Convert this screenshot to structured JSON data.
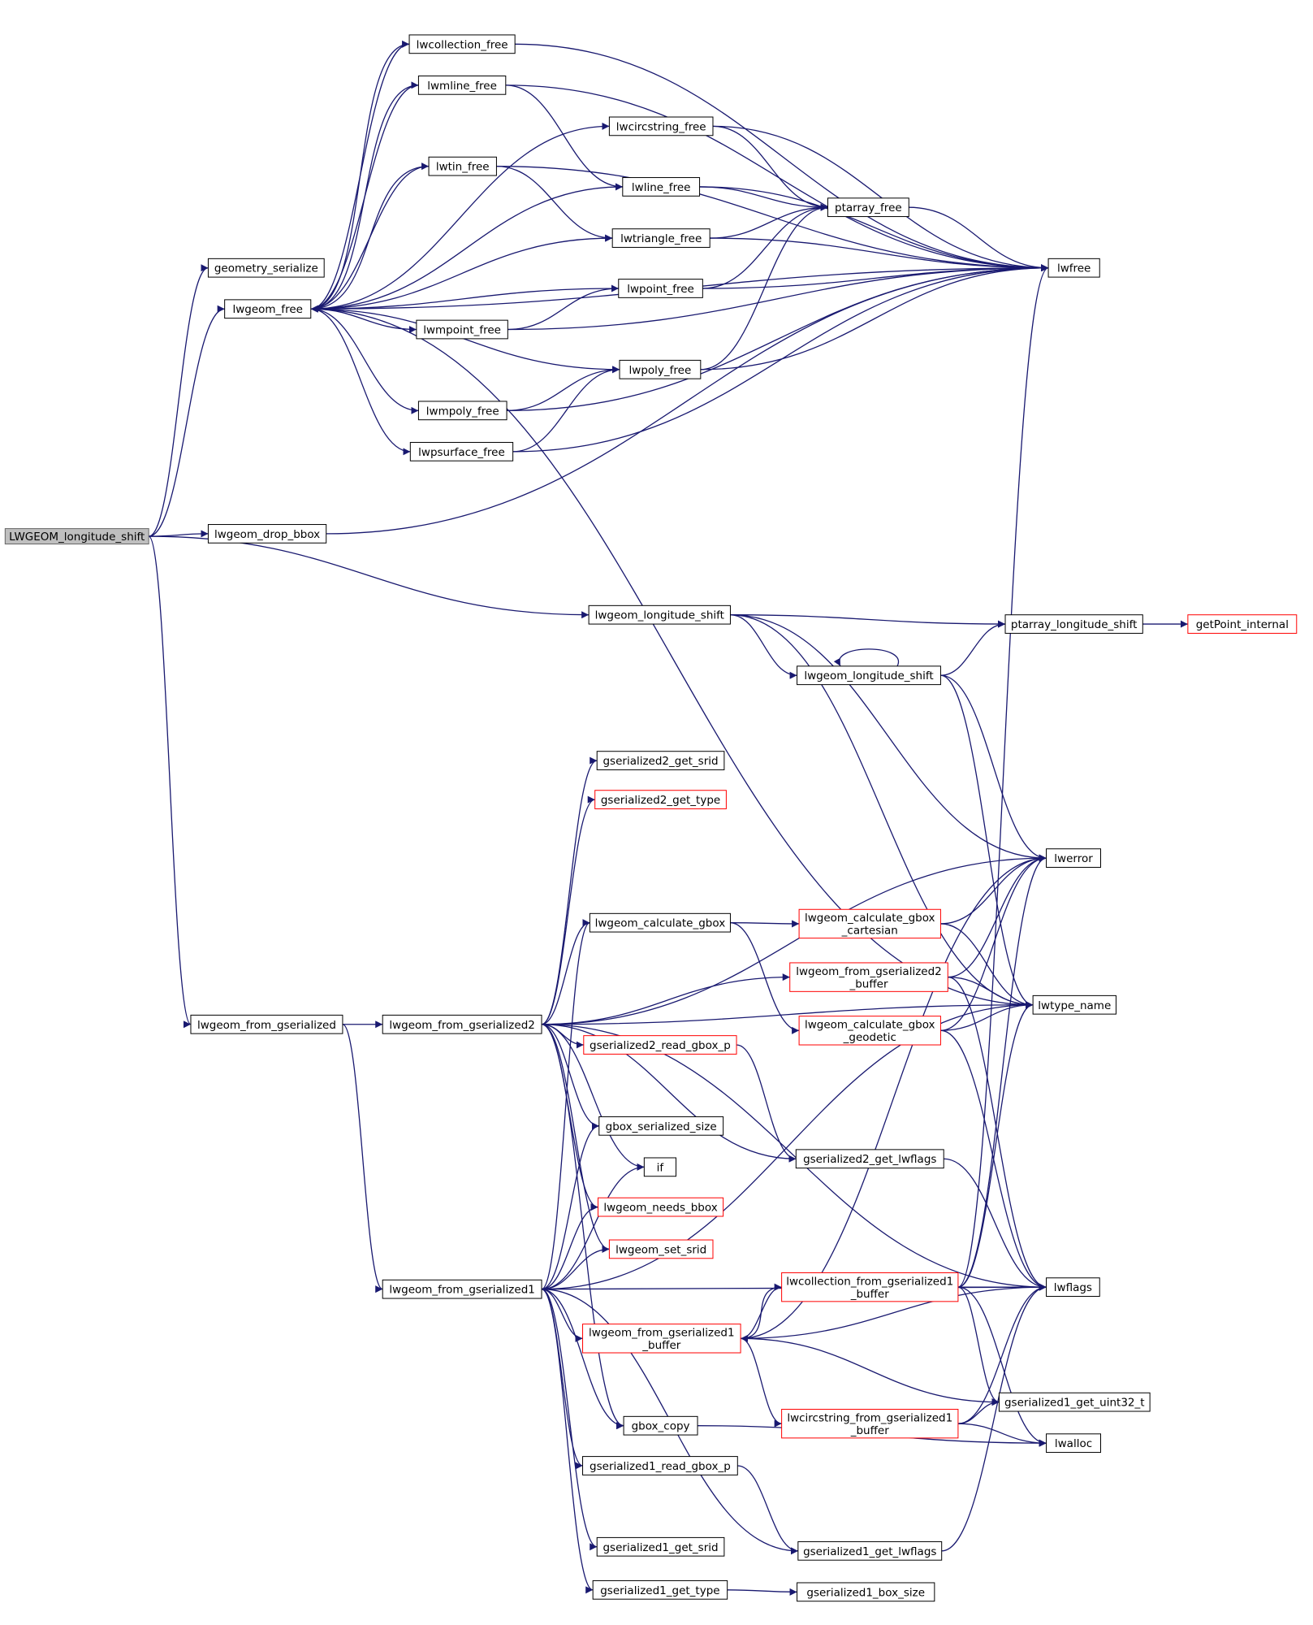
{
  "nodes": [
    {
      "id": "root",
      "lines": [
        "LWGEOM_longitude_shift"
      ],
      "style": "root"
    },
    {
      "id": "geometry_serialize",
      "lines": [
        "geometry_serialize"
      ]
    },
    {
      "id": "lwgeom_free",
      "lines": [
        "lwgeom_free"
      ]
    },
    {
      "id": "lwgeom_drop_bbox",
      "lines": [
        "lwgeom_drop_bbox"
      ]
    },
    {
      "id": "lwgeom_longitude_shift",
      "lines": [
        "lwgeom_longitude_shift"
      ]
    },
    {
      "id": "lwgeom_from_gserialized",
      "lines": [
        "lwgeom_from_gserialized"
      ]
    },
    {
      "id": "lwcollection_free",
      "lines": [
        "lwcollection_free"
      ]
    },
    {
      "id": "lwmline_free",
      "lines": [
        "lwmline_free"
      ]
    },
    {
      "id": "lwcircstring_free",
      "lines": [
        "lwcircstring_free"
      ]
    },
    {
      "id": "lwtin_free",
      "lines": [
        "lwtin_free"
      ]
    },
    {
      "id": "lwline_free",
      "lines": [
        "lwline_free"
      ]
    },
    {
      "id": "lwtriangle_free",
      "lines": [
        "lwtriangle_free"
      ]
    },
    {
      "id": "lwpoint_free",
      "lines": [
        "lwpoint_free"
      ]
    },
    {
      "id": "lwmpoint_free",
      "lines": [
        "lwmpoint_free"
      ]
    },
    {
      "id": "lwpoly_free",
      "lines": [
        "lwpoly_free"
      ]
    },
    {
      "id": "lwmpoly_free",
      "lines": [
        "lwmpoly_free"
      ]
    },
    {
      "id": "lwpsurface_free",
      "lines": [
        "lwpsurface_free"
      ]
    },
    {
      "id": "ptarray_free",
      "lines": [
        "ptarray_free"
      ]
    },
    {
      "id": "lwfree",
      "lines": [
        "lwfree"
      ]
    },
    {
      "id": "ptarray_longitude_shift",
      "lines": [
        "ptarray_longitude_shift"
      ]
    },
    {
      "id": "getPoint_internal",
      "lines": [
        "getPoint_internal"
      ],
      "style": "red"
    },
    {
      "id": "lwgeom_longitude_shift2",
      "lines": [
        "lwgeom_longitude_shift"
      ]
    },
    {
      "id": "lwerror",
      "lines": [
        "lwerror"
      ]
    },
    {
      "id": "lwtype_name",
      "lines": [
        "lwtype_name"
      ]
    },
    {
      "id": "lwflags",
      "lines": [
        "lwflags"
      ]
    },
    {
      "id": "gserialized1_get_uint32_t",
      "lines": [
        "gserialized1_get_uint32_t"
      ]
    },
    {
      "id": "lwalloc",
      "lines": [
        "lwalloc"
      ]
    },
    {
      "id": "lwgeom_from_gserialized2",
      "lines": [
        "lwgeom_from_gserialized2"
      ]
    },
    {
      "id": "lwgeom_from_gserialized1",
      "lines": [
        "lwgeom_from_gserialized1"
      ]
    },
    {
      "id": "gserialized2_get_srid",
      "lines": [
        "gserialized2_get_srid"
      ]
    },
    {
      "id": "gserialized2_get_type",
      "lines": [
        "gserialized2_get_type"
      ],
      "style": "red"
    },
    {
      "id": "lwgeom_calculate_gbox",
      "lines": [
        "lwgeom_calculate_gbox"
      ]
    },
    {
      "id": "gserialized2_read_gbox_p",
      "lines": [
        "gserialized2_read_gbox_p"
      ],
      "style": "red"
    },
    {
      "id": "gbox_serialized_size",
      "lines": [
        "gbox_serialized_size"
      ]
    },
    {
      "id": "if",
      "lines": [
        "if"
      ]
    },
    {
      "id": "lwgeom_needs_bbox",
      "lines": [
        "lwgeom_needs_bbox"
      ],
      "style": "red"
    },
    {
      "id": "lwgeom_set_srid",
      "lines": [
        "lwgeom_set_srid"
      ],
      "style": "red"
    },
    {
      "id": "lwgeom_from_gserialized1_buffer",
      "lines": [
        "lwgeom_from_gserialized1",
        "_buffer"
      ],
      "style": "red"
    },
    {
      "id": "gbox_copy",
      "lines": [
        "gbox_copy"
      ]
    },
    {
      "id": "gserialized1_read_gbox_p",
      "lines": [
        "gserialized1_read_gbox_p"
      ]
    },
    {
      "id": "gserialized1_get_srid",
      "lines": [
        "gserialized1_get_srid"
      ]
    },
    {
      "id": "gserialized1_get_type",
      "lines": [
        "gserialized1_get_type"
      ]
    },
    {
      "id": "lwgeom_calculate_gbox_cartesian",
      "lines": [
        "lwgeom_calculate_gbox",
        "_cartesian"
      ],
      "style": "red"
    },
    {
      "id": "lwgeom_from_gserialized2_buffer",
      "lines": [
        "lwgeom_from_gserialized2",
        "_buffer"
      ],
      "style": "red"
    },
    {
      "id": "lwgeom_calculate_gbox_geodetic",
      "lines": [
        "lwgeom_calculate_gbox",
        "_geodetic"
      ],
      "style": "red"
    },
    {
      "id": "gserialized2_get_lwflags",
      "lines": [
        "gserialized2_get_lwflags"
      ]
    },
    {
      "id": "lwcollection_from_gserialized1_buffer",
      "lines": [
        "lwcollection_from_gserialized1",
        "_buffer"
      ],
      "style": "red"
    },
    {
      "id": "lwcircstring_from_gserialized1_buffer",
      "lines": [
        "lwcircstring_from_gserialized1",
        "_buffer"
      ],
      "style": "red"
    },
    {
      "id": "gserialized1_get_lwflags",
      "lines": [
        "gserialized1_get_lwflags"
      ]
    },
    {
      "id": "gserialized1_box_size",
      "lines": [
        "gserialized1_box_size"
      ]
    }
  ],
  "edges": [
    [
      "root",
      "geometry_serialize"
    ],
    [
      "root",
      "lwgeom_free"
    ],
    [
      "root",
      "lwgeom_drop_bbox"
    ],
    [
      "root",
      "lwgeom_longitude_shift"
    ],
    [
      "root",
      "lwgeom_from_gserialized"
    ],
    [
      "lwgeom_free",
      "lwcollection_free"
    ],
    [
      "lwgeom_free",
      "lwmline_free"
    ],
    [
      "lwgeom_free",
      "lwcircstring_free"
    ],
    [
      "lwgeom_free",
      "lwtin_free"
    ],
    [
      "lwgeom_free",
      "lwline_free"
    ],
    [
      "lwgeom_free",
      "lwtriangle_free"
    ],
    [
      "lwgeom_free",
      "lwpoint_free"
    ],
    [
      "lwgeom_free",
      "lwmpoint_free"
    ],
    [
      "lwgeom_free",
      "lwpoly_free"
    ],
    [
      "lwgeom_free",
      "lwmpoly_free"
    ],
    [
      "lwgeom_free",
      "lwpsurface_free"
    ],
    [
      "lwgeom_free",
      "lwfree"
    ],
    [
      "lwgeom_free",
      "lwtype_name"
    ],
    [
      "lwcollection_free",
      "lwgeom_free"
    ],
    [
      "lwcollection_free",
      "lwfree"
    ],
    [
      "lwmline_free",
      "lwgeom_free"
    ],
    [
      "lwmline_free",
      "lwline_free"
    ],
    [
      "lwmline_free",
      "lwfree"
    ],
    [
      "lwcircstring_free",
      "ptarray_free"
    ],
    [
      "lwcircstring_free",
      "lwfree"
    ],
    [
      "lwtin_free",
      "lwgeom_free"
    ],
    [
      "lwtin_free",
      "lwtriangle_free"
    ],
    [
      "lwtin_free",
      "lwfree"
    ],
    [
      "lwline_free",
      "ptarray_free"
    ],
    [
      "lwline_free",
      "lwfree"
    ],
    [
      "lwtriangle_free",
      "ptarray_free"
    ],
    [
      "lwtriangle_free",
      "lwfree"
    ],
    [
      "lwpoint_free",
      "ptarray_free"
    ],
    [
      "lwpoint_free",
      "lwfree"
    ],
    [
      "lwmpoint_free",
      "lwpoint_free"
    ],
    [
      "lwmpoint_free",
      "lwfree"
    ],
    [
      "lwpoly_free",
      "ptarray_free"
    ],
    [
      "lwpoly_free",
      "lwfree"
    ],
    [
      "lwmpoly_free",
      "lwpoly_free"
    ],
    [
      "lwmpoly_free",
      "lwfree"
    ],
    [
      "lwpsurface_free",
      "lwpoly_free"
    ],
    [
      "lwpsurface_free",
      "lwfree"
    ],
    [
      "ptarray_free",
      "lwfree"
    ],
    [
      "lwgeom_drop_bbox",
      "lwfree"
    ],
    [
      "lwgeom_longitude_shift",
      "ptarray_longitude_shift"
    ],
    [
      "lwgeom_longitude_shift",
      "lwgeom_longitude_shift2"
    ],
    [
      "lwgeom_longitude_shift",
      "lwerror"
    ],
    [
      "lwgeom_longitude_shift",
      "lwtype_name"
    ],
    [
      "lwgeom_longitude_shift2",
      "lwgeom_longitude_shift2"
    ],
    [
      "lwgeom_longitude_shift2",
      "ptarray_longitude_shift"
    ],
    [
      "lwgeom_longitude_shift2",
      "lwerror"
    ],
    [
      "lwgeom_longitude_shift2",
      "lwtype_name"
    ],
    [
      "ptarray_longitude_shift",
      "getPoint_internal"
    ],
    [
      "lwgeom_from_gserialized",
      "lwgeom_from_gserialized2"
    ],
    [
      "lwgeom_from_gserialized",
      "lwgeom_from_gserialized1"
    ],
    [
      "lwgeom_from_gserialized2",
      "gserialized2_get_srid"
    ],
    [
      "lwgeom_from_gserialized2",
      "gserialized2_get_type"
    ],
    [
      "lwgeom_from_gserialized2",
      "lwerror"
    ],
    [
      "lwgeom_from_gserialized2",
      "lwgeom_calculate_gbox"
    ],
    [
      "lwgeom_from_gserialized2",
      "lwgeom_from_gserialized2_buffer"
    ],
    [
      "lwgeom_from_gserialized2",
      "lwtype_name"
    ],
    [
      "lwgeom_from_gserialized2",
      "gserialized2_read_gbox_p"
    ],
    [
      "lwgeom_from_gserialized2",
      "gserialized2_get_lwflags"
    ],
    [
      "lwgeom_from_gserialized2",
      "gbox_serialized_size"
    ],
    [
      "lwgeom_from_gserialized2",
      "if"
    ],
    [
      "lwgeom_from_gserialized2",
      "lwgeom_needs_bbox"
    ],
    [
      "lwgeom_from_gserialized2",
      "lwgeom_set_srid"
    ],
    [
      "lwgeom_from_gserialized2",
      "gbox_copy"
    ],
    [
      "lwgeom_from_gserialized2",
      "lwflags"
    ],
    [
      "lwgeom_from_gserialized1",
      "lwgeom_calculate_gbox"
    ],
    [
      "lwgeom_from_gserialized1",
      "gbox_serialized_size"
    ],
    [
      "lwgeom_from_gserialized1",
      "if"
    ],
    [
      "lwgeom_from_gserialized1",
      "lwgeom_needs_bbox"
    ],
    [
      "lwgeom_from_gserialized1",
      "lwgeom_set_srid"
    ],
    [
      "lwgeom_from_gserialized1",
      "lwgeom_from_gserialized1_buffer"
    ],
    [
      "lwgeom_from_gserialized1",
      "lwflags"
    ],
    [
      "lwgeom_from_gserialized1",
      "lwtype_name"
    ],
    [
      "lwgeom_from_gserialized1",
      "gbox_copy"
    ],
    [
      "lwgeom_from_gserialized1",
      "gserialized1_read_gbox_p"
    ],
    [
      "lwgeom_from_gserialized1",
      "gserialized1_get_srid"
    ],
    [
      "lwgeom_from_gserialized1",
      "gserialized1_get_type"
    ],
    [
      "lwgeom_from_gserialized1",
      "gserialized1_get_lwflags"
    ],
    [
      "lwgeom_calculate_gbox",
      "lwgeom_calculate_gbox_cartesian"
    ],
    [
      "lwgeom_calculate_gbox",
      "lwgeom_calculate_gbox_geodetic"
    ],
    [
      "lwgeom_calculate_gbox_cartesian",
      "lwerror"
    ],
    [
      "lwgeom_calculate_gbox_cartesian",
      "lwtype_name"
    ],
    [
      "lwgeom_from_gserialized2_buffer",
      "lwerror"
    ],
    [
      "lwgeom_from_gserialized2_buffer",
      "lwtype_name"
    ],
    [
      "lwgeom_from_gserialized2_buffer",
      "lwflags"
    ],
    [
      "lwgeom_calculate_gbox_geodetic",
      "lwerror"
    ],
    [
      "lwgeom_calculate_gbox_geodetic",
      "lwtype_name"
    ],
    [
      "lwgeom_calculate_gbox_geodetic",
      "lwflags"
    ],
    [
      "gserialized2_read_gbox_p",
      "gserialized2_get_lwflags"
    ],
    [
      "gserialized2_get_lwflags",
      "lwflags"
    ],
    [
      "lwgeom_from_gserialized1_buffer",
      "lwcollection_from_gserialized1_buffer"
    ],
    [
      "lwgeom_from_gserialized1_buffer",
      "lwcircstring_from_gserialized1_buffer"
    ],
    [
      "lwgeom_from_gserialized1_buffer",
      "lwerror"
    ],
    [
      "lwgeom_from_gserialized1_buffer",
      "lwflags"
    ],
    [
      "lwgeom_from_gserialized1_buffer",
      "gserialized1_get_uint32_t"
    ],
    [
      "lwcollection_from_gserialized1_buffer",
      "lwgeom_from_gserialized1_buffer"
    ],
    [
      "lwcollection_from_gserialized1_buffer",
      "lwflags"
    ],
    [
      "lwcollection_from_gserialized1_buffer",
      "lwerror"
    ],
    [
      "lwcollection_from_gserialized1_buffer",
      "lwtype_name"
    ],
    [
      "lwcollection_from_gserialized1_buffer",
      "lwfree"
    ],
    [
      "lwcollection_from_gserialized1_buffer",
      "gserialized1_get_uint32_t"
    ],
    [
      "lwcollection_from_gserialized1_buffer",
      "lwalloc"
    ],
    [
      "lwcircstring_from_gserialized1_buffer",
      "lwflags"
    ],
    [
      "lwcircstring_from_gserialized1_buffer",
      "gserialized1_get_uint32_t"
    ],
    [
      "lwcircstring_from_gserialized1_buffer",
      "lwalloc"
    ],
    [
      "gbox_copy",
      "lwalloc"
    ],
    [
      "gserialized1_read_gbox_p",
      "gserialized1_get_lwflags"
    ],
    [
      "gserialized1_get_lwflags",
      "lwflags"
    ],
    [
      "gserialized1_get_type",
      "gserialized1_box_size"
    ]
  ]
}
